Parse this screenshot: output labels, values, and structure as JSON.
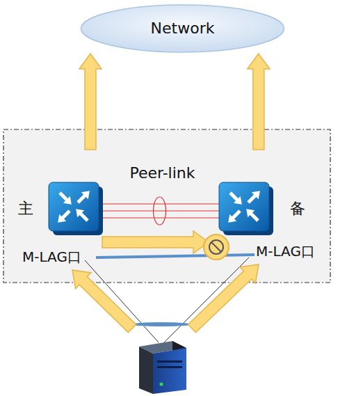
{
  "diagram": {
    "nodes": [
      {
        "text": [
          "Network"
        ]
      },
      {
        "text": [
          "主"
        ]
      },
      {
        "text": [
          "备"
        ]
      }
    ],
    "edges": [
      {
        "from": 1,
        "to": 0,
        "arrow": "to"
      },
      {
        "from": 2,
        "to": 0,
        "arrow": "to"
      },
      {
        "from": 1,
        "to": 2,
        "label": "Peer-link",
        "arrow": "none"
      }
    ],
    "labels": [
      "M-LAG口",
      "M-LAG口"
    ]
  }
}
